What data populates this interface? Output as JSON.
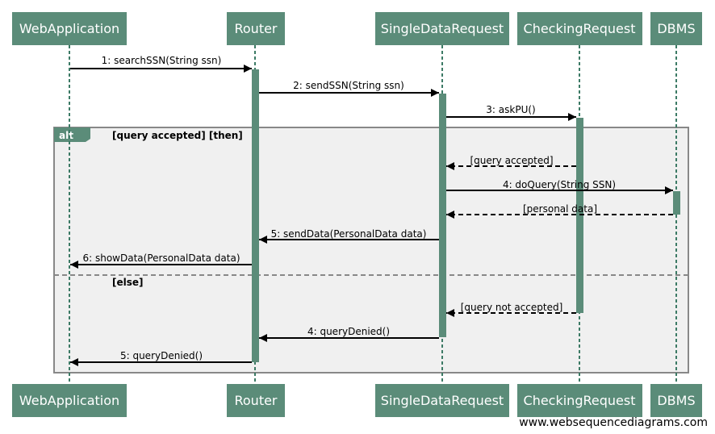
{
  "actors": [
    {
      "id": "webapp",
      "label": "WebApplication"
    },
    {
      "id": "router",
      "label": "Router"
    },
    {
      "id": "sdr",
      "label": "SingleDataRequest"
    },
    {
      "id": "checking",
      "label": "CheckingRequest"
    },
    {
      "id": "dbms",
      "label": "DBMS"
    }
  ],
  "messages": [
    {
      "label": "1: searchSSN(String ssn)",
      "from": "webapp",
      "to": "router",
      "style": "solid"
    },
    {
      "label": "2: sendSSN(String ssn)",
      "from": "router",
      "to": "sdr",
      "style": "solid"
    },
    {
      "label": "3: askPU()",
      "from": "sdr",
      "to": "checking",
      "style": "solid"
    },
    {
      "label": "[query accepted]",
      "from": "checking",
      "to": "sdr",
      "style": "dashed"
    },
    {
      "label": "4: doQuery(String SSN)",
      "from": "sdr",
      "to": "dbms",
      "style": "solid"
    },
    {
      "label": "[personal data]",
      "from": "dbms",
      "to": "sdr",
      "style": "dashed"
    },
    {
      "label": "5: sendData(PersonalData data)",
      "from": "sdr",
      "to": "router",
      "style": "solid"
    },
    {
      "label": "6: showData(PersonalData data)",
      "from": "router",
      "to": "webapp",
      "style": "solid"
    },
    {
      "label": "[query not accepted]",
      "from": "checking",
      "to": "sdr",
      "style": "dashed"
    },
    {
      "label": "4: queryDenied()",
      "from": "sdr",
      "to": "router",
      "style": "solid"
    },
    {
      "label": "5: queryDenied()",
      "from": "router",
      "to": "webapp",
      "style": "solid"
    }
  ],
  "frame": {
    "tag": "alt",
    "guard_then": "[query accepted] [then]",
    "guard_else": "[else]"
  },
  "footer": "www.websequencediagrams.com",
  "colors": {
    "actor_fill": "#5b8c79",
    "lifeline": "#3c7a65",
    "activation": "#5b8c79",
    "frame_bg": "#f0f0f0",
    "frame_border": "#888888"
  }
}
